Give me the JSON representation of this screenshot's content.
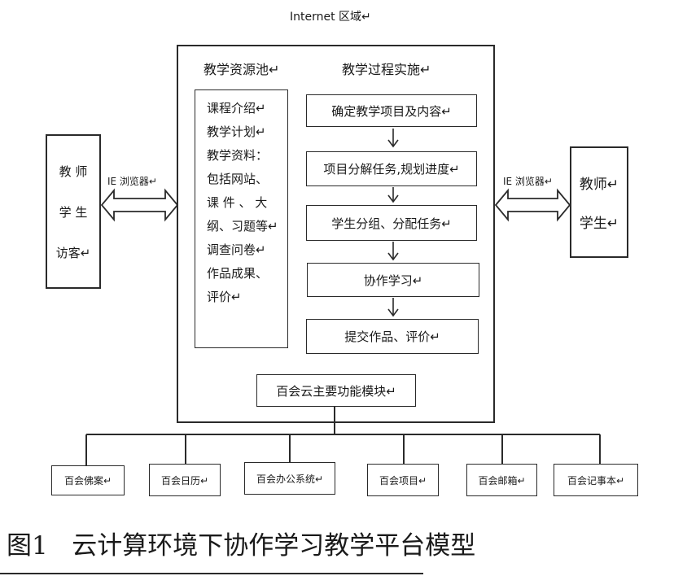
{
  "title": "Internet 区域↵",
  "left_party": {
    "lines": [
      "教 师",
      "学 生",
      "访客↵"
    ]
  },
  "right_party": {
    "lines": [
      "教师↵",
      "学生↵"
    ]
  },
  "left_browser_label": "IE 浏览器↵",
  "right_browser_label": "IE 浏览器↵",
  "resource_pool": {
    "header": "教学资源池↵",
    "items": [
      "课程介绍↵",
      "教学计划↵",
      "教学资料：",
      "包括网站、",
      "课 件 、 大",
      "纲、习题等↵",
      "调查问卷↵",
      "作品成果、",
      "评价↵"
    ]
  },
  "process": {
    "header": "教学过程实施↵",
    "steps": [
      "确定教学项目及内容↵",
      "项目分解任务,规划进度↵",
      "学生分组、分配任务↵",
      "协作学习↵",
      "提交作品、评价↵"
    ]
  },
  "cloud_module": "百会云主要功能模块↵",
  "modules": [
    "百会佛案↵",
    "百会日历↵",
    "百会办公系统↵",
    "百会项目↵",
    "百会邮箱↵",
    "百会记事本↵"
  ],
  "caption": "图1   云计算环境下协作学习教学平台模型"
}
